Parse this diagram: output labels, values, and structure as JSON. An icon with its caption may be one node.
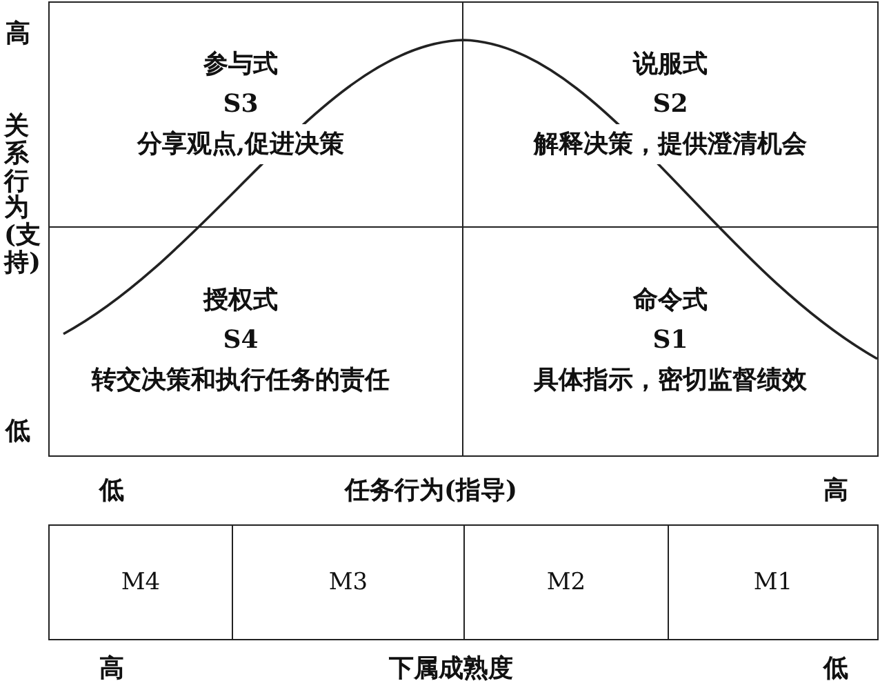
{
  "diagram": {
    "nodes": [
      {
        "text": [
          "参与式",
          "S3",
          "分享观点,促进决策"
        ]
      },
      {
        "text": [
          "说服式",
          "S2",
          "解释决策，提供澄清机会"
        ]
      },
      {
        "text": [
          "授权式",
          "S4",
          "转交决策和执行任务的责任"
        ]
      },
      {
        "text": [
          "命令式",
          "S1",
          "具体指示，密切监督绩效"
        ]
      },
      {
        "text": [
          "M4"
        ]
      },
      {
        "text": [
          "M3"
        ]
      },
      {
        "text": [
          "M2"
        ]
      },
      {
        "text": [
          "M1"
        ]
      }
    ],
    "labels": [
      "高",
      "关系行为(支持)",
      "低",
      "低",
      "任务行为(指导)",
      "高",
      "高",
      "下属成熟度",
      "低"
    ]
  }
}
